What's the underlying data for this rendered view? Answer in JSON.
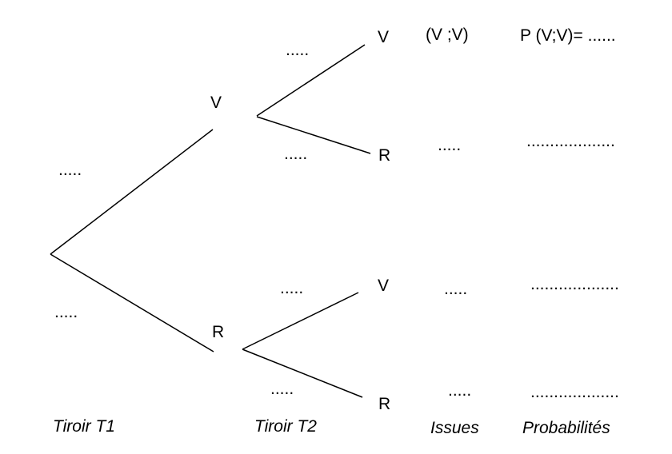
{
  "diagram": {
    "type": "probability-tree",
    "background_color": "#ffffff",
    "line_color": "#000000",
    "text_color": "#000000",
    "column_headers": [
      {
        "label": "Tiroir T1"
      },
      {
        "label": "Tiroir T2"
      },
      {
        "label": "Issues"
      },
      {
        "label": "Probabilités"
      }
    ],
    "root": {
      "up_branch_probability": ".....",
      "down_branch_probability": "....."
    },
    "level1_nodes": [
      {
        "label": "V",
        "up_branch_probability": ".....",
        "down_branch_probability": "....."
      },
      {
        "label": "R",
        "up_branch_probability": ".....",
        "down_branch_probability": "....."
      }
    ],
    "leaves": [
      {
        "label": "V",
        "issue": "(V ;V)",
        "probability": "P (V;V)= ......"
      },
      {
        "label": "R",
        "issue": ".....",
        "probability": "..................."
      },
      {
        "label": "V",
        "issue": ".....",
        "probability": "..................."
      },
      {
        "label": "R",
        "issue": ".....",
        "probability": "..................."
      }
    ]
  }
}
